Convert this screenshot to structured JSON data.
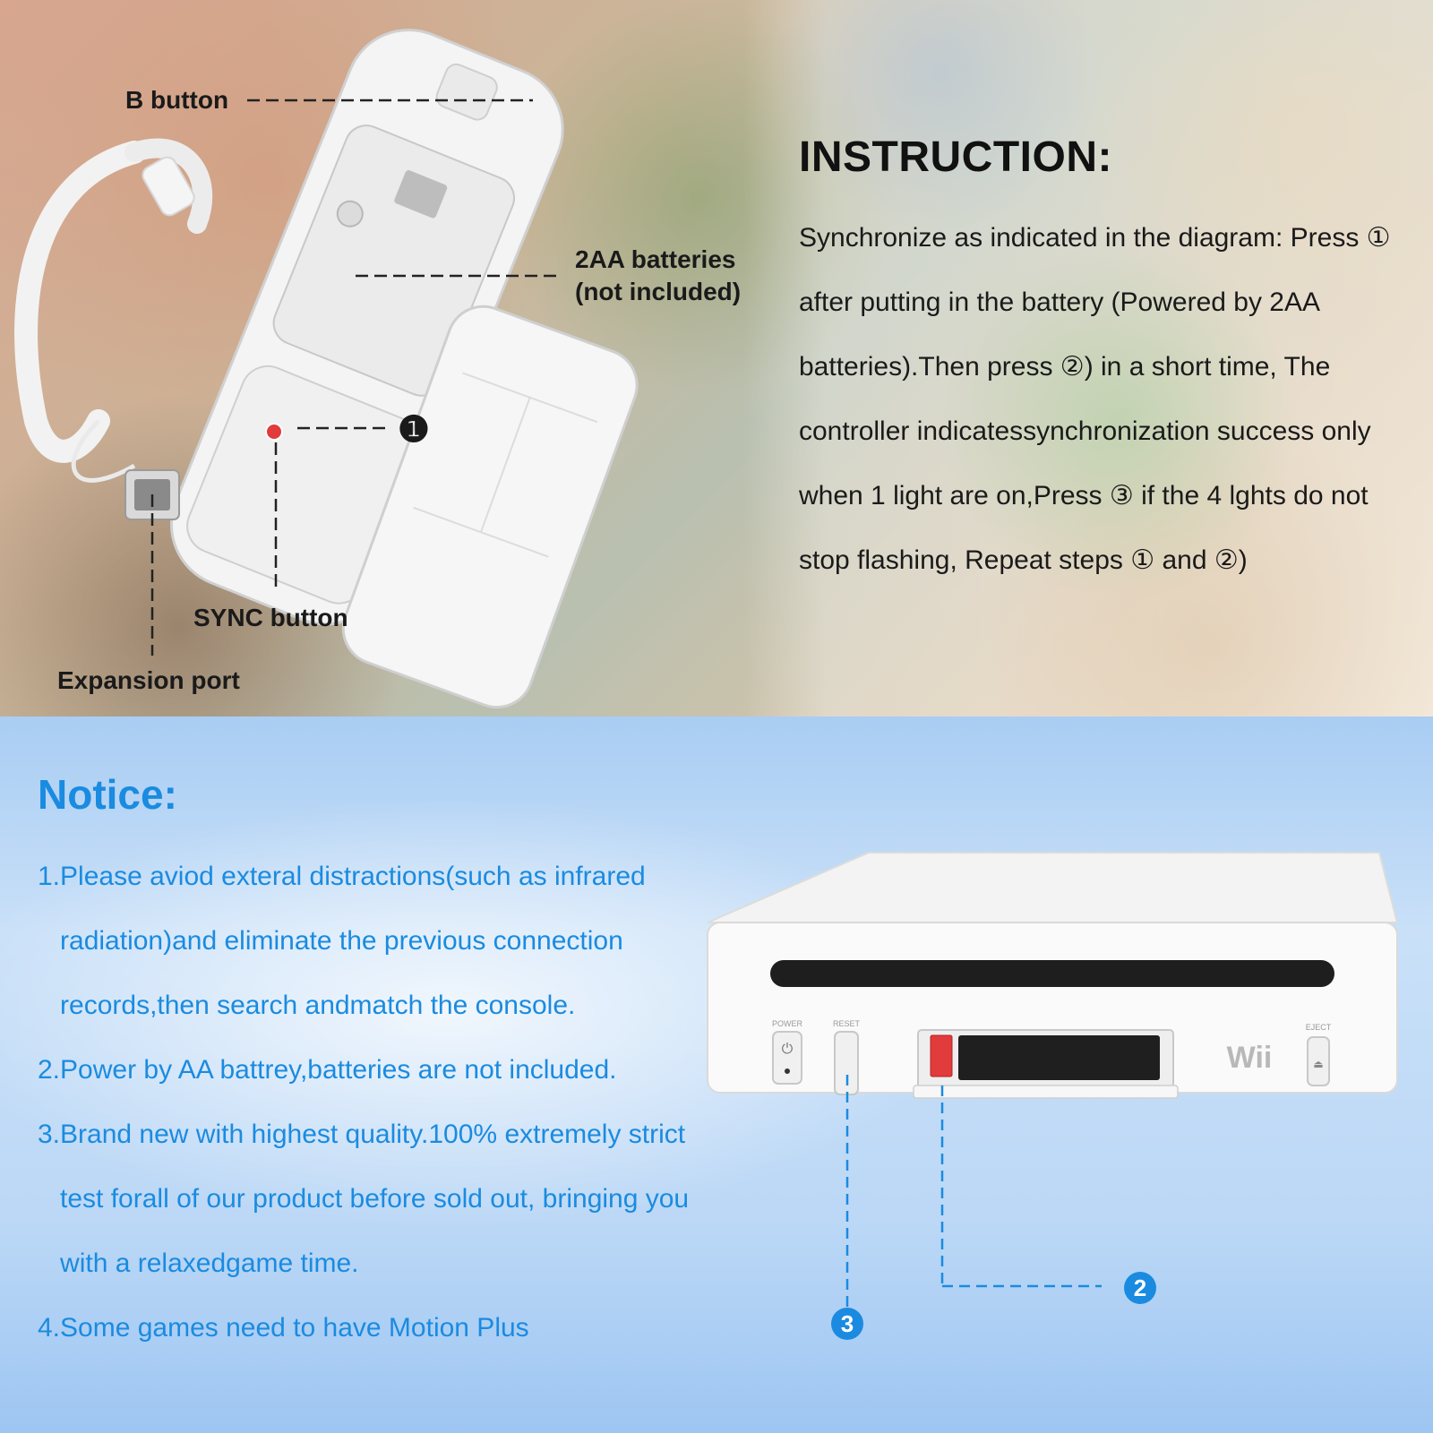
{
  "top": {
    "callouts": {
      "b_button": "B button",
      "batteries_line1": "2AA batteries",
      "batteries_line2": "(not included)",
      "marker_one": "❶",
      "sync_button": "SYNC button",
      "expansion_port": "Expansion port"
    },
    "instruction": {
      "title": "INSTRUCTION:",
      "body": "Synchronize as indicated in the diagram: Press ① after putting in the battery (Powered by 2AA batteries).Then press ②) in a short time, The controller indicatessynchronization success only when 1 light are on,Press ③ if the 4 lghts do not stop flashing, Repeat steps ① and ②)"
    }
  },
  "bottom": {
    "notice_title": "Notice:",
    "items": [
      {
        "num": "1.",
        "text": "Please aviod exteral distractions(such as infrared radiation)and eliminate the previous connection records,then search andmatch the console."
      },
      {
        "num": "2.",
        "text": "Power by AA battrey,batteries are not included."
      },
      {
        "num": "3.",
        "text": "Brand new with highest quality.100% extremely strict test forall of our product before sold out, bringing you with a relaxedgame time."
      },
      {
        "num": "4.",
        "text": "Some games need to have Motion Plus"
      }
    ],
    "console": {
      "brand": "Wii",
      "power_label": "POWER",
      "reset_label": "RESET",
      "eject_label": "EJECT",
      "marker_two": "2",
      "marker_three": "3"
    }
  },
  "colors": {
    "accent_blue": "#1a8be0",
    "sync_red": "#e23b3b",
    "text_dark": "#1a1a1a"
  }
}
